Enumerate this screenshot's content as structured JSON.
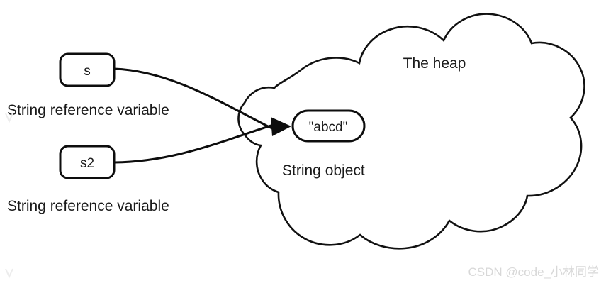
{
  "diagram": {
    "title": "Java String reference and heap object diagram",
    "background_color": "#ffffff",
    "line_color": "#0d0d0d",
    "text_color": "#1a1a1a",
    "watermark_color": "#d8d8d8"
  },
  "variables": [
    {
      "id": "s",
      "box_label": "s",
      "caption": "String reference variable"
    },
    {
      "id": "s2",
      "box_label": "s2",
      "caption": "String reference variable"
    }
  ],
  "heap": {
    "label": "The heap",
    "object": {
      "value_label": "\"abcd\"",
      "caption": "String object"
    }
  },
  "arrows": [
    {
      "from": "s",
      "to": "abcd-object"
    },
    {
      "from": "s2",
      "to": "abcd-object"
    }
  ],
  "watermark": {
    "text": "CSDN @code_小林同学"
  }
}
